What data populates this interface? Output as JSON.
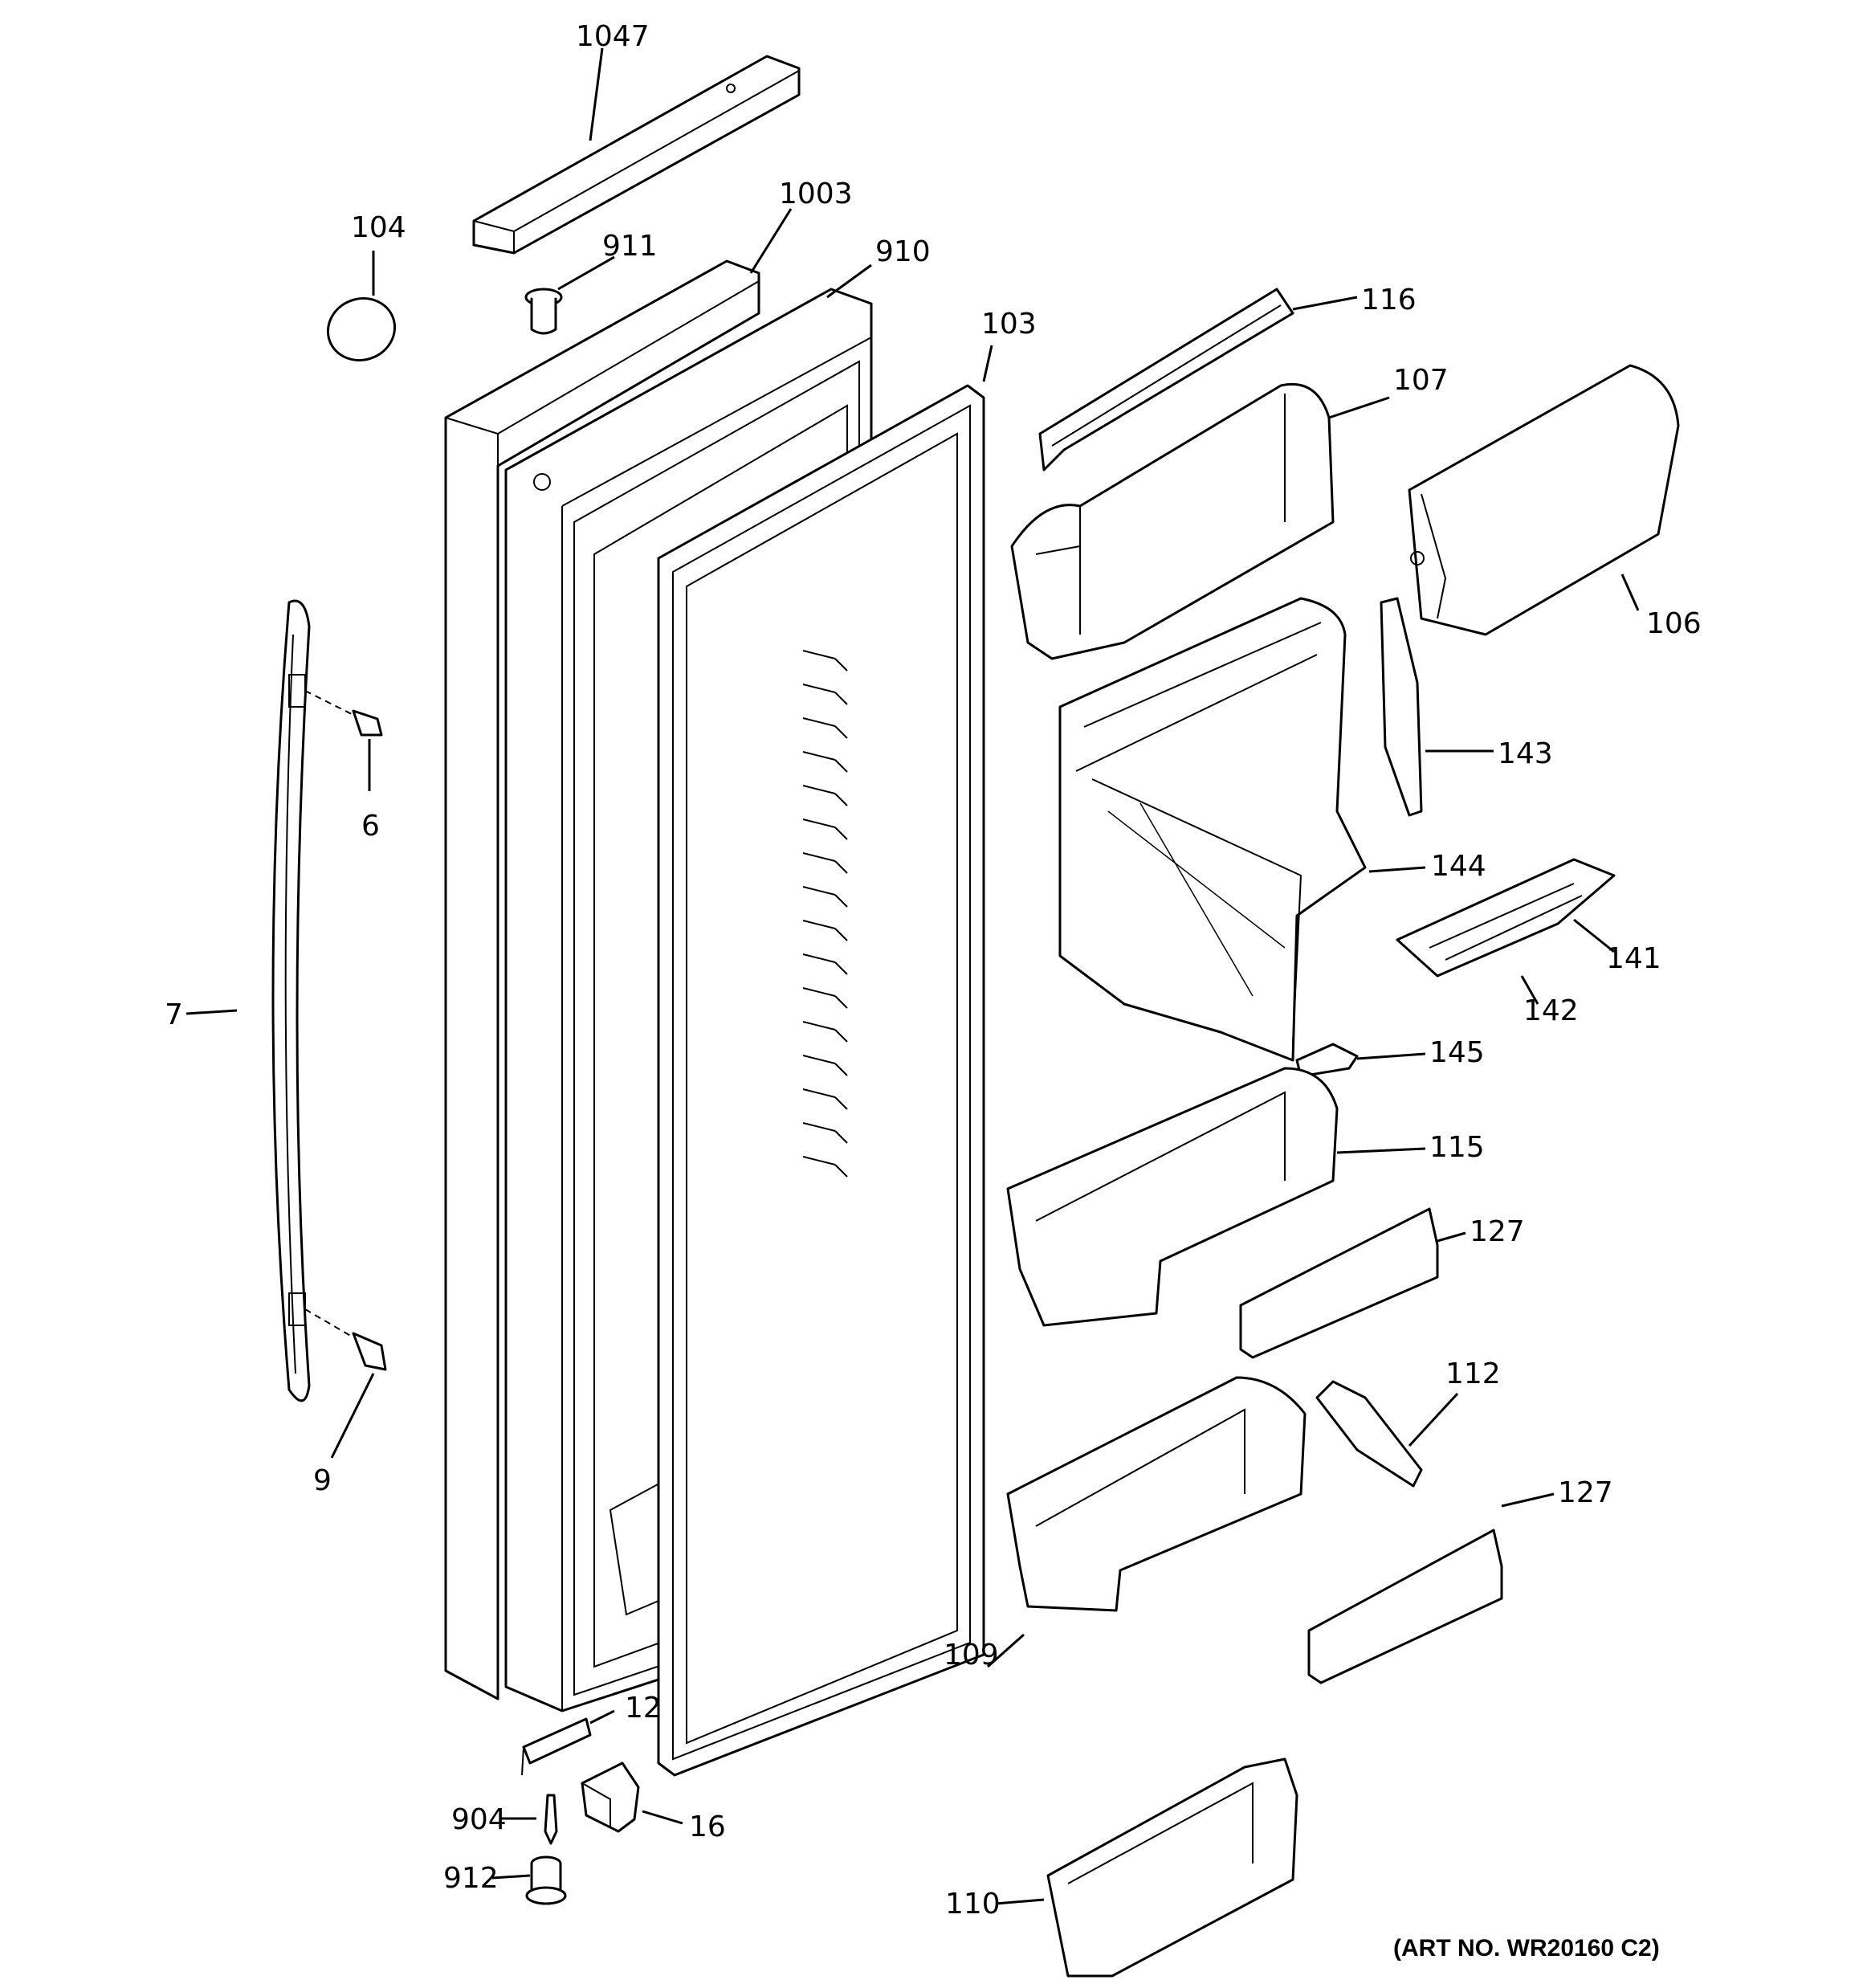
{
  "callouts": {
    "c1047": "1047",
    "c1003": "1003",
    "c910": "910",
    "c911": "911",
    "c104": "104",
    "c103": "103",
    "c116": "116",
    "c107": "107",
    "c106": "106",
    "c143": "143",
    "c144": "144",
    "c141": "141",
    "c142": "142",
    "c145": "145",
    "c115": "115",
    "c127a": "127",
    "c112": "112",
    "c127b": "127",
    "c109": "109",
    "c110": "110",
    "c6": "6",
    "c7": "7",
    "c9": "9",
    "c12": "12",
    "c904": "904",
    "c16": "16",
    "c912": "912"
  },
  "art_number": "(ART NO. WR20160 C2)"
}
